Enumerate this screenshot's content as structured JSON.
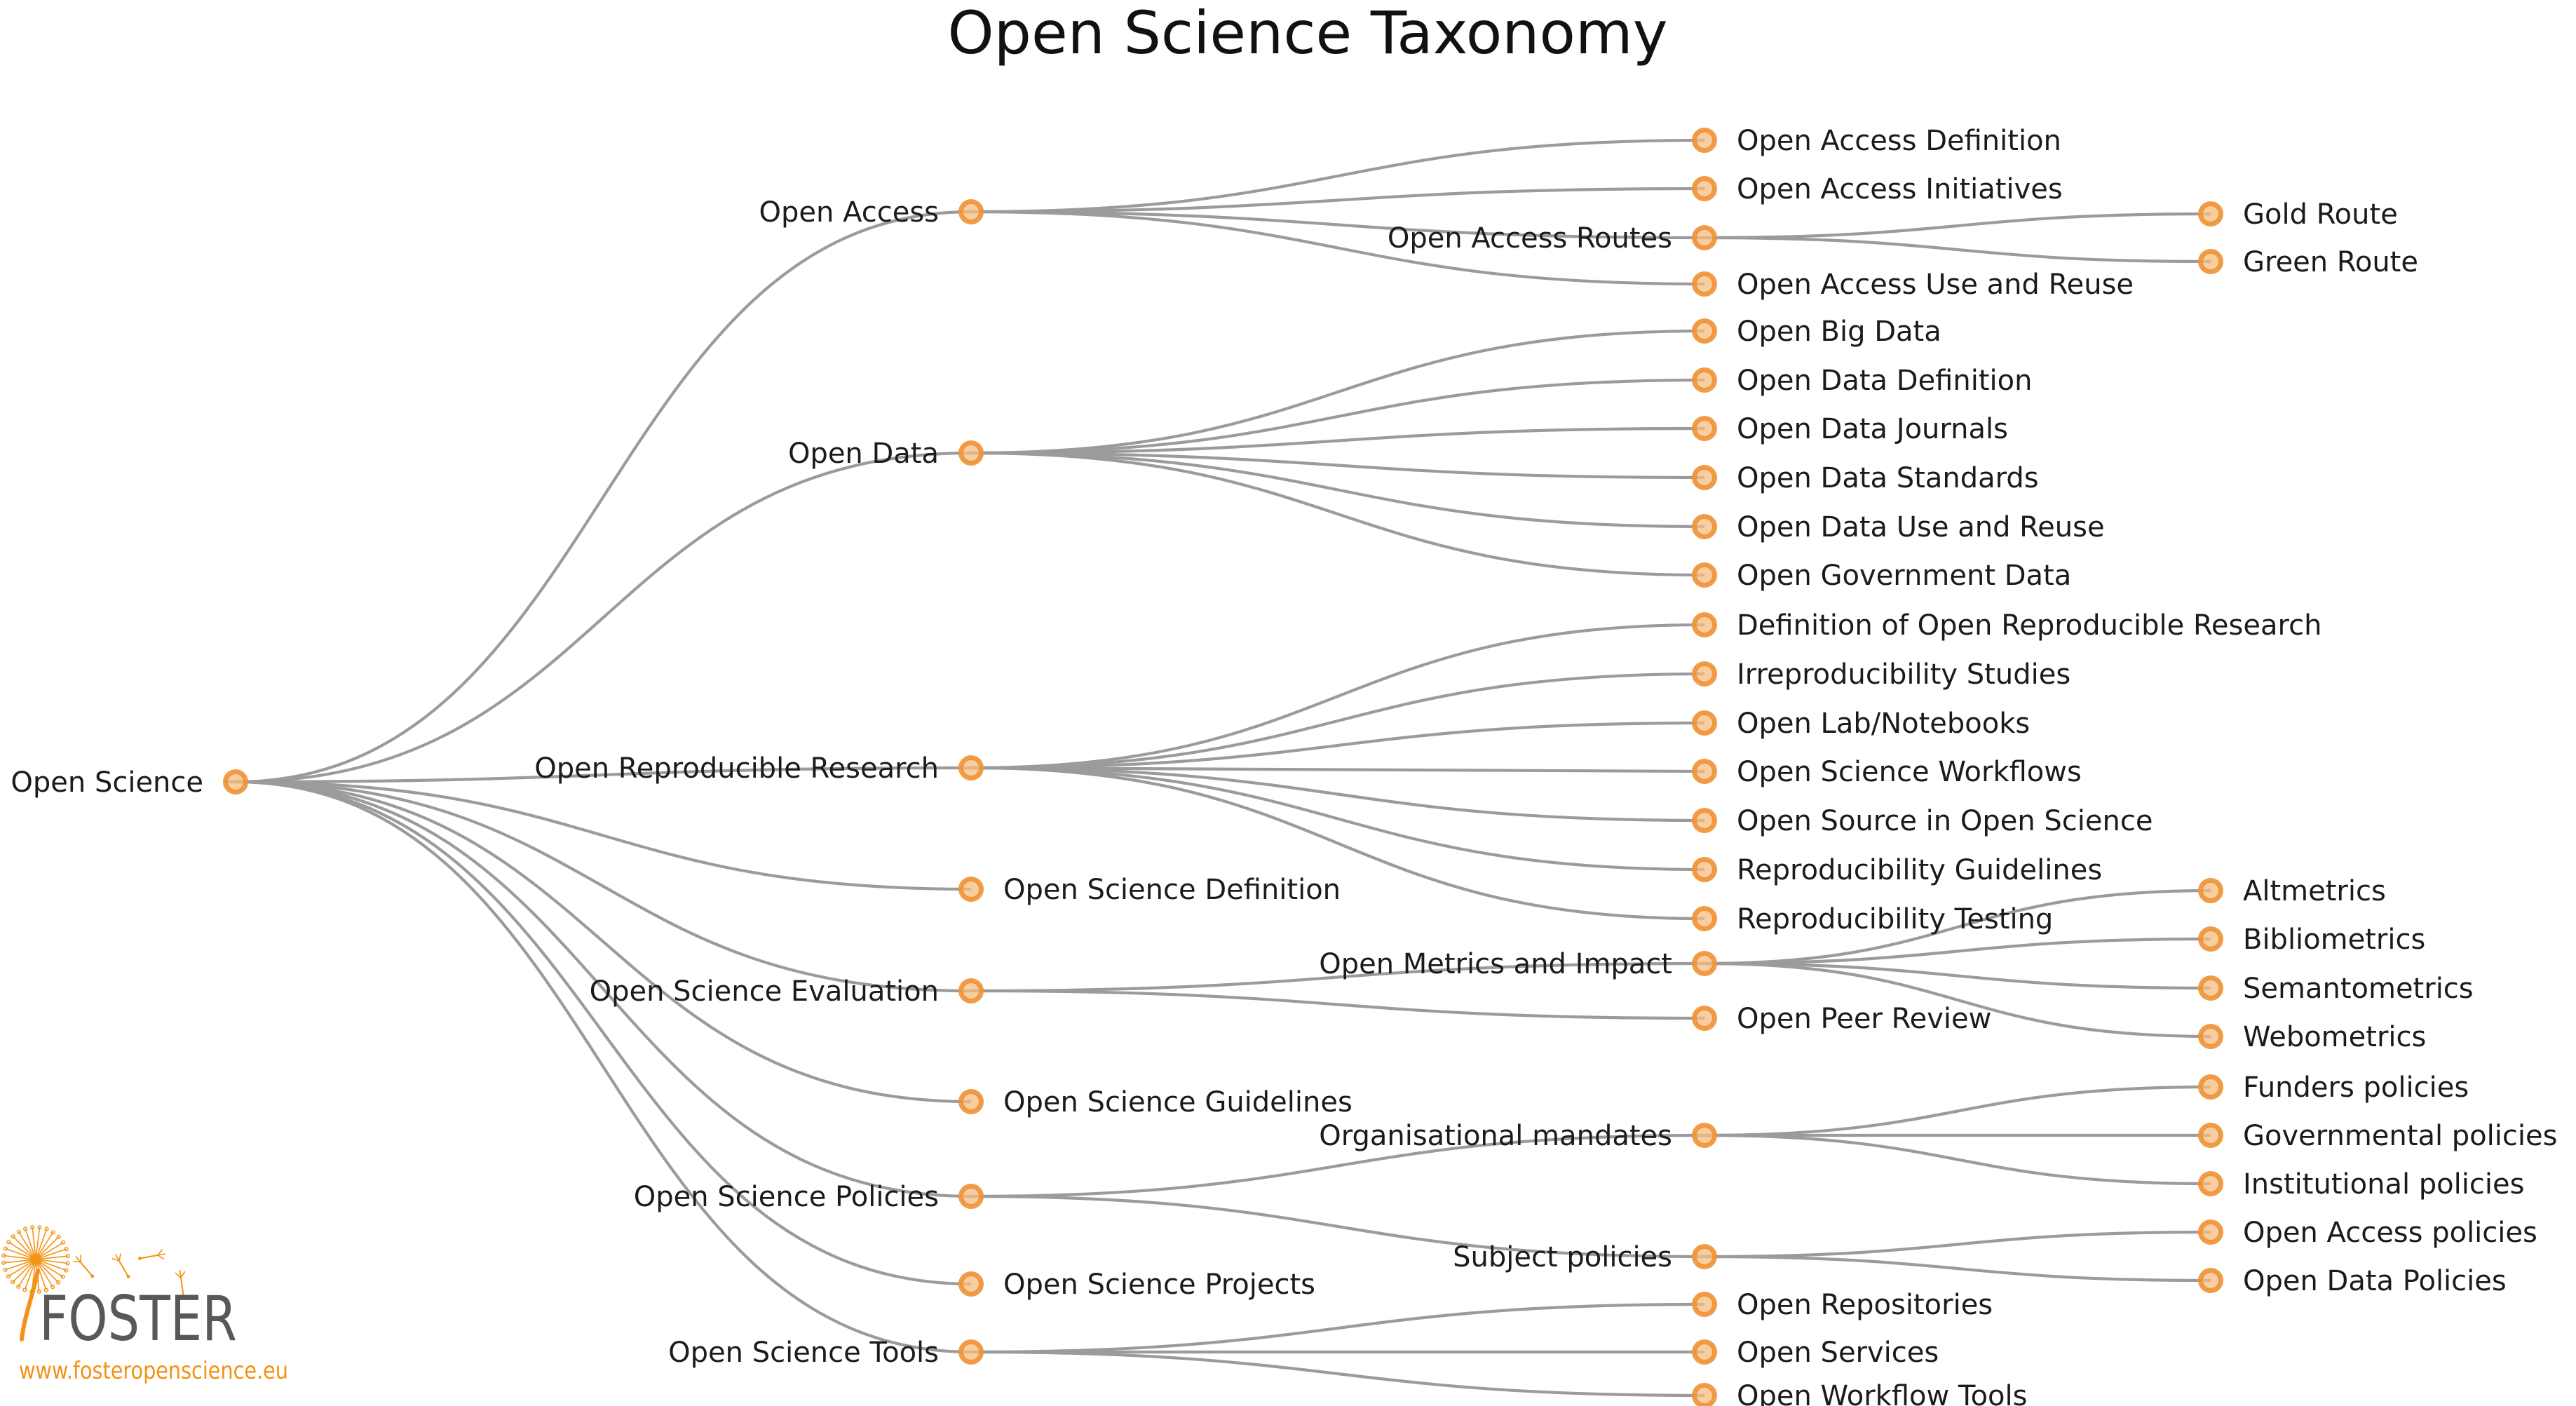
{
  "title": "Open Science Taxonomy",
  "logo": {
    "name": "FOSTER",
    "url": "www.fosteropenscience.eu"
  },
  "colors": {
    "link": "#9b9b9b",
    "node_ring": "#ef9438",
    "node_fill": "#f6be80",
    "label": "#1b1b1b",
    "logo_text": "#58585a",
    "logo_accent": "#f39214"
  },
  "tree": {
    "label": "Open Science",
    "children": [
      {
        "label": "Open Access",
        "children": [
          {
            "label": "Open Access Definition"
          },
          {
            "label": "Open Access Initiatives"
          },
          {
            "label": "Open Access Routes",
            "children": [
              {
                "label": "Gold Route"
              },
              {
                "label": "Green Route"
              }
            ]
          },
          {
            "label": "Open Access Use and Reuse"
          }
        ]
      },
      {
        "label": "Open Data",
        "children": [
          {
            "label": "Open Big Data"
          },
          {
            "label": "Open Data Definition"
          },
          {
            "label": "Open Data Journals"
          },
          {
            "label": "Open Data Standards"
          },
          {
            "label": "Open Data Use and Reuse"
          },
          {
            "label": "Open Government Data"
          }
        ]
      },
      {
        "label": "Open Reproducible Research",
        "children": [
          {
            "label": "Definition of Open Reproducible Research"
          },
          {
            "label": "Irreproducibility Studies"
          },
          {
            "label": "Open Lab/Notebooks"
          },
          {
            "label": "Open Science Workflows"
          },
          {
            "label": "Open Source in Open Science"
          },
          {
            "label": "Reproducibility Guidelines"
          },
          {
            "label": "Reproducibility Testing"
          }
        ]
      },
      {
        "label": "Open Science Definition"
      },
      {
        "label": "Open Science Evaluation",
        "children": [
          {
            "label": "Open Metrics and Impact",
            "children": [
              {
                "label": "Altmetrics"
              },
              {
                "label": "Bibliometrics"
              },
              {
                "label": "Semantometrics"
              },
              {
                "label": "Webometrics"
              }
            ]
          },
          {
            "label": "Open Peer Review"
          }
        ]
      },
      {
        "label": "Open Science Guidelines"
      },
      {
        "label": "Open Science Policies",
        "children": [
          {
            "label": "Organisational mandates",
            "children": [
              {
                "label": "Funders policies"
              },
              {
                "label": "Governmental policies"
              },
              {
                "label": "Institutional policies"
              }
            ]
          },
          {
            "label": "Subject policies",
            "children": [
              {
                "label": "Open Access policies"
              },
              {
                "label": "Open Data Policies"
              }
            ]
          }
        ]
      },
      {
        "label": "Open Science Projects"
      },
      {
        "label": "Open Science Tools",
        "children": [
          {
            "label": "Open Repositories"
          },
          {
            "label": "Open Services"
          },
          {
            "label": "Open Workflow Tools"
          }
        ]
      }
    ]
  }
}
